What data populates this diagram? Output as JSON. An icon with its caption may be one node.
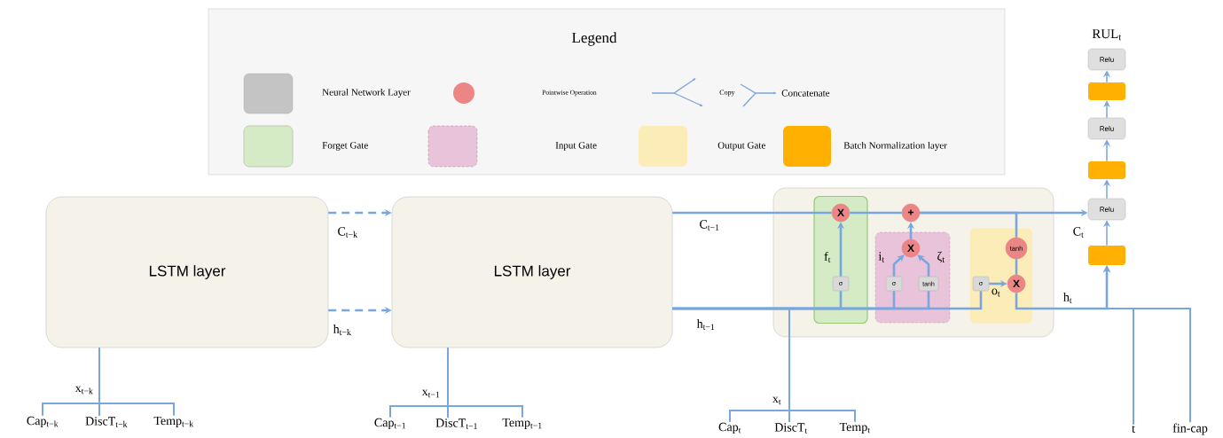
{
  "diagram": {
    "nodes": [
      {
        "text": [
          "LSTM layer"
        ]
      },
      {
        "text": [
          "LSTM layer"
        ]
      },
      {
        "text": [],
        "shape": "box"
      },
      {
        "text": [],
        "shape": "box",
        "in": 2
      },
      {
        "text": [],
        "shape": "box",
        "in": 2
      },
      {
        "text": [],
        "shape": "box",
        "in": 2
      },
      {
        "text": [
          "X"
        ],
        "in": 3
      },
      {
        "text": [
          "σ"
        ],
        "in": 3
      },
      {
        "text": [
          "+"
        ],
        "in": 2
      },
      {
        "text": [
          "X"
        ],
        "in": 4
      },
      {
        "text": [
          "σ"
        ],
        "in": 4
      },
      {
        "text": [
          "tanh"
        ],
        "in": 4
      },
      {
        "text": [
          "σ"
        ],
        "in": 5
      },
      {
        "text": [
          "X"
        ],
        "in": 5
      },
      {
        "text": [
          "tanh"
        ],
        "in": 5
      },
      {
        "text": [
          "Relu"
        ],
        "beside": [
          "RUL$_{t}$"
        ]
      },
      {
        "text": [],
        "shape": "box"
      },
      {
        "text": [
          "Relu"
        ]
      },
      {
        "text": [],
        "shape": "box"
      },
      {
        "text": [
          "Relu"
        ]
      },
      {
        "text": [],
        "shape": "box"
      },
      {
        "text": [
          "Cap$_{t−k}$"
        ]
      },
      {
        "text": [
          "DiscT$_{t−k}$"
        ]
      },
      {
        "text": [
          "Temp$_{t−k}$"
        ]
      },
      {
        "text": [
          "Cap$_{t−1}$"
        ]
      },
      {
        "text": [
          "DiscT$_{t−1}$"
        ]
      },
      {
        "text": [
          "Temp$_{t−1}$"
        ]
      },
      {
        "text": [
          "Cap$_{t}$"
        ]
      },
      {
        "text": [
          "DiscT$_{t}$"
        ]
      },
      {
        "text": [
          "Temp$_{t}$"
        ]
      },
      {
        "text": [
          "t"
        ]
      },
      {
        "text": [
          "fin-cap"
        ]
      }
    ],
    "edges": [
      {
        "from": 0,
        "to": 1,
        "arrow": "to",
        "style": "dashed",
        "label": "C$_{t−k}$"
      },
      {
        "from": 0,
        "to": 1,
        "arrow": "to",
        "style": "dashed",
        "label": "h$_{t−k}$"
      },
      {
        "from": 1,
        "to": 6,
        "arrow": "none",
        "label": "C$_{t−1}$"
      },
      {
        "from": 6,
        "to": 8,
        "arrow": "none"
      },
      {
        "from": 8,
        "to": 19,
        "arrow": "to",
        "label": "C$_{t}$"
      },
      {
        "from": 8,
        "to": 14,
        "arrow": "none"
      },
      {
        "from": 14,
        "to": 13,
        "arrow": "none"
      },
      {
        "from": 13,
        "to": 20,
        "arrow": "to",
        "label": "h$_{t}$"
      },
      {
        "from": 1,
        "to": 7,
        "arrow": "none",
        "label": "h$_{t−1}$"
      },
      {
        "from": 1,
        "to": 10,
        "arrow": "none"
      },
      {
        "from": 1,
        "to": 11,
        "arrow": "none"
      },
      {
        "from": 1,
        "to": 12,
        "arrow": "none"
      },
      {
        "from": 7,
        "to": 6,
        "arrow": "to",
        "label": "f$_{t}$"
      },
      {
        "from": 10,
        "to": 9,
        "arrow": "to",
        "label": "i$_{t}$"
      },
      {
        "from": 11,
        "to": 9,
        "arrow": "to",
        "label": "ζ$_{t}$"
      },
      {
        "from": 9,
        "to": 8,
        "arrow": "to"
      },
      {
        "from": 12,
        "to": 13,
        "arrow": "to",
        "label": "o$_{t}$"
      },
      {
        "from": 21,
        "to": 0,
        "arrow": "none"
      },
      {
        "from": 22,
        "to": 0,
        "arrow": "none",
        "label": "x$_{t−k}$"
      },
      {
        "from": 23,
        "to": 0,
        "arrow": "none"
      },
      {
        "from": 24,
        "to": 1,
        "arrow": "none"
      },
      {
        "from": 25,
        "to": 1,
        "arrow": "none",
        "label": "x$_{t−1}$"
      },
      {
        "from": 26,
        "to": 1,
        "arrow": "none"
      },
      {
        "from": 27,
        "to": 2,
        "arrow": "none"
      },
      {
        "from": 28,
        "to": 2,
        "arrow": "none",
        "label": "x$_{t}$"
      },
      {
        "from": 29,
        "to": 2,
        "arrow": "none"
      },
      {
        "from": 30,
        "to": 20,
        "arrow": "to"
      },
      {
        "from": 31,
        "to": 20,
        "arrow": "to"
      },
      {
        "from": 20,
        "to": 19,
        "arrow": "to"
      },
      {
        "from": 19,
        "to": 18,
        "arrow": "to"
      },
      {
        "from": 18,
        "to": 17,
        "arrow": "to"
      },
      {
        "from": 17,
        "to": 16,
        "arrow": "to"
      },
      {
        "from": 16,
        "to": 15,
        "arrow": "to"
      }
    ],
    "labels": [
      "Legend"
    ],
    "legend": [
      {
        "text": "Neural Network Layer",
        "color": "#c4c4c4"
      },
      {
        "text": "Pointwise Operation",
        "color": "#ec8686"
      },
      {
        "text": "Copy"
      },
      {
        "text": "Concatenate"
      },
      {
        "text": "Forget Gate",
        "color": "#d4ebc6"
      },
      {
        "text": "Input Gate",
        "color": "#e9c3da"
      },
      {
        "text": "Output Gate",
        "color": "#fcecb8"
      },
      {
        "text": "Batch Normalization layer",
        "color": "#ffb000"
      }
    ]
  }
}
